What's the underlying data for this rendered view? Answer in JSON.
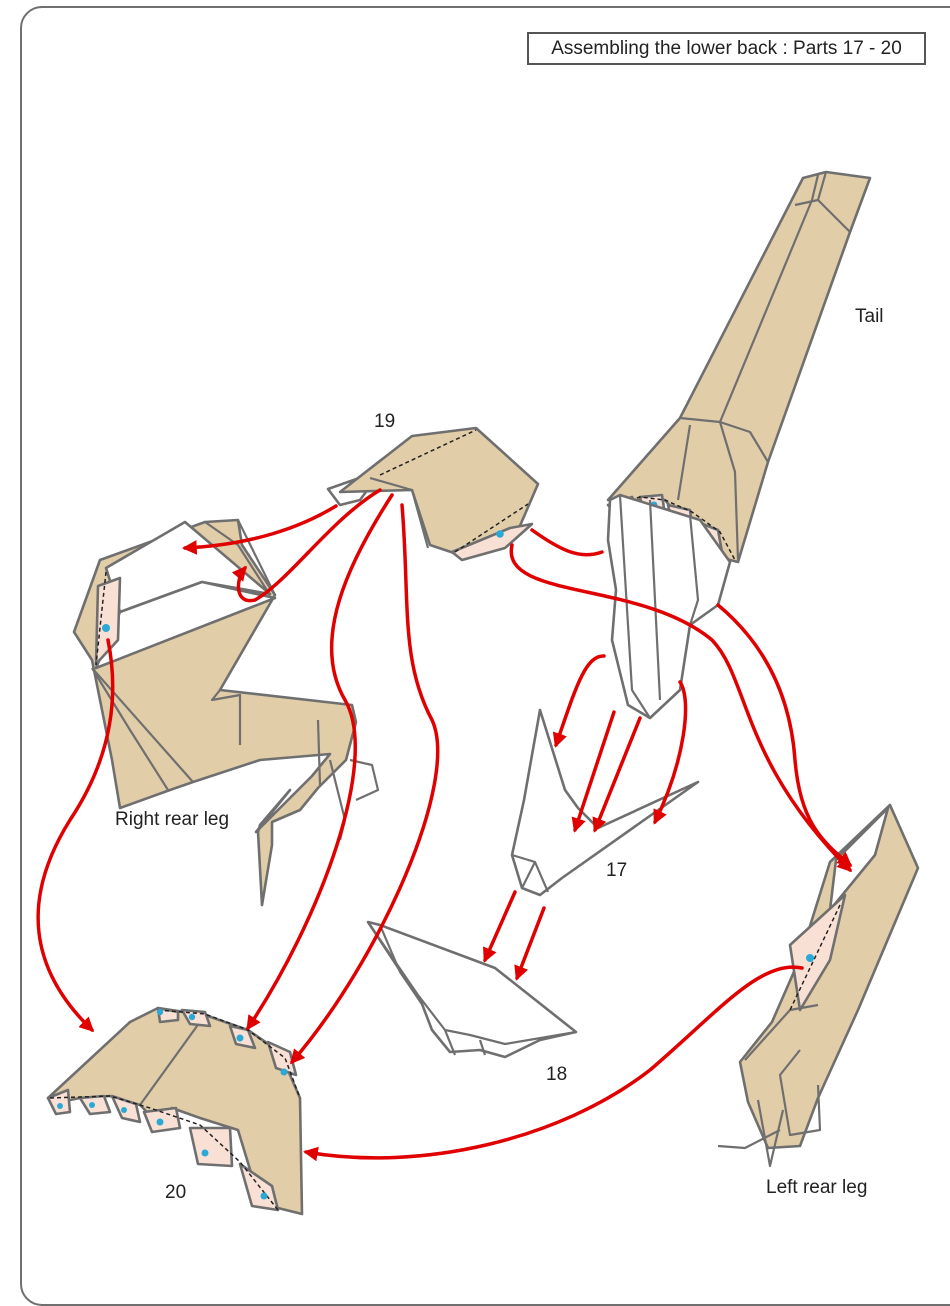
{
  "title": "Assembling the lower back : Parts 17 - 20",
  "labels": {
    "part_19": "19",
    "part_17": "17",
    "part_18": "18",
    "part_20": "20",
    "tail": "Tail",
    "right_rear_leg": "Right rear leg",
    "left_rear_leg": "Left rear leg"
  },
  "colors": {
    "paper_tan": "#e2cda9",
    "glue_tab_pink": "#f9e0d5",
    "arrow_red": "#e00000",
    "glue_dot_blue": "#2aa9d6",
    "outline_gray": "#6f6f6f"
  }
}
